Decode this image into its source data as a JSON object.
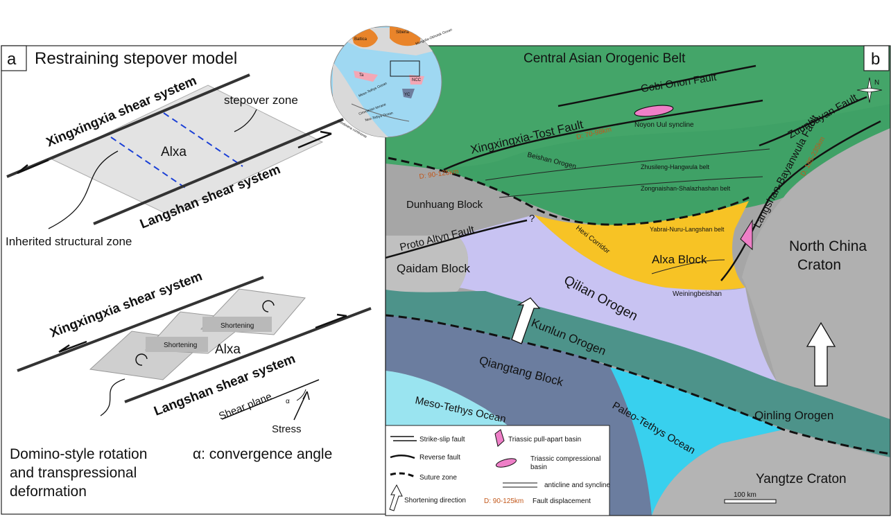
{
  "panel_a": {
    "label": "a",
    "title": "Restraining stepover model",
    "top": {
      "xingxingxia": "Xingxingxia shear system",
      "langshan": "Langshan  shear system",
      "stepover_zone": "stepover zone",
      "alxa": "Alxa",
      "inherited": "Inherited structural zone"
    },
    "bottom": {
      "xingxingxia": "Xingxingxia shear system",
      "langshan": "Langshan  shear system",
      "alxa": "Alxa",
      "shortening": "Shortening",
      "shear_plane": "Shear plane",
      "alpha": "α",
      "stress": "Stress",
      "caption_1": "Domino-style rotation",
      "caption_2": "and transpressional",
      "caption_3": "deformation",
      "convergence": "α: convergence angle"
    }
  },
  "panel_b": {
    "label": "b",
    "north": "N",
    "regions": {
      "caob": "Central Asian Orogenic Belt",
      "beishan": "Beishan Orogen",
      "dunhuang": "Dunhuang Block",
      "qaidam": "Qaidam  Block",
      "qilian": "Qilian Orogen",
      "hexi": "Hexi Corridor",
      "alxa_block": "Alxa Block",
      "north_china_1": "North China",
      "north_china_2": "Craton",
      "kunlun": "Kunlun Orogen",
      "qiangtang": "Qiangtang Block",
      "meso_tethys": "Meso-Tethys Ocean",
      "paleo_tethys": "Paleo-Tethys Ocean",
      "qinling": "Qinling Orogen",
      "yangtze": "Yangtze Craton",
      "weiningbeishan": "Weiningbeishan",
      "noyon": "Noyon Uul syncline"
    },
    "faults": {
      "gobi_onon": "Gobi Onon Fault",
      "xingxingxia_tost": "Xingxingxia-Tost Fault",
      "zuunbayan": "Zuunbayan Fault",
      "langshan_bayanwula": "Langshan-Bayanwula Fault",
      "proto_altyn": "Proto Altyn Fault",
      "question": "?"
    },
    "belts": {
      "zhusileng": "Zhusileng-Hangwula belt",
      "zongnaishan": "Zongnaishan-Shalazhashan belt",
      "yabrai": "Yabrai-Nuru-Langshan belt"
    },
    "displacements": {
      "d1": "D: 70-98km",
      "d2": "D: 90-125km",
      "d3": "D: 185-235km"
    },
    "globe": {
      "baltica": "Baltica",
      "siberia": "Siberia",
      "mongol": "Mongolia-Okhotsk Ocean",
      "tarim": "Ta",
      "ncc": "NCC",
      "yc": "YC",
      "meso": "Meso-Tethys Ocean",
      "cimmerian": "Cimmerian terrane",
      "neo": "Neo-Tethys Ocean",
      "gondwana": "Gondwana continents"
    },
    "legend": {
      "strike_slip": "Strike-slip fault",
      "reverse": "Reverse fault",
      "suture": "Suture zone",
      "shortening": "Shortening direction",
      "pull_apart": "Triassic pull-apart basin",
      "compressional_1": "Triassic  compressional",
      "compressional_2": "basin",
      "anticline": "anticline and syncline",
      "disp_prefix": "D: 90-125km",
      "disp_label": "Fault displacement"
    },
    "scale": "100 km"
  }
}
